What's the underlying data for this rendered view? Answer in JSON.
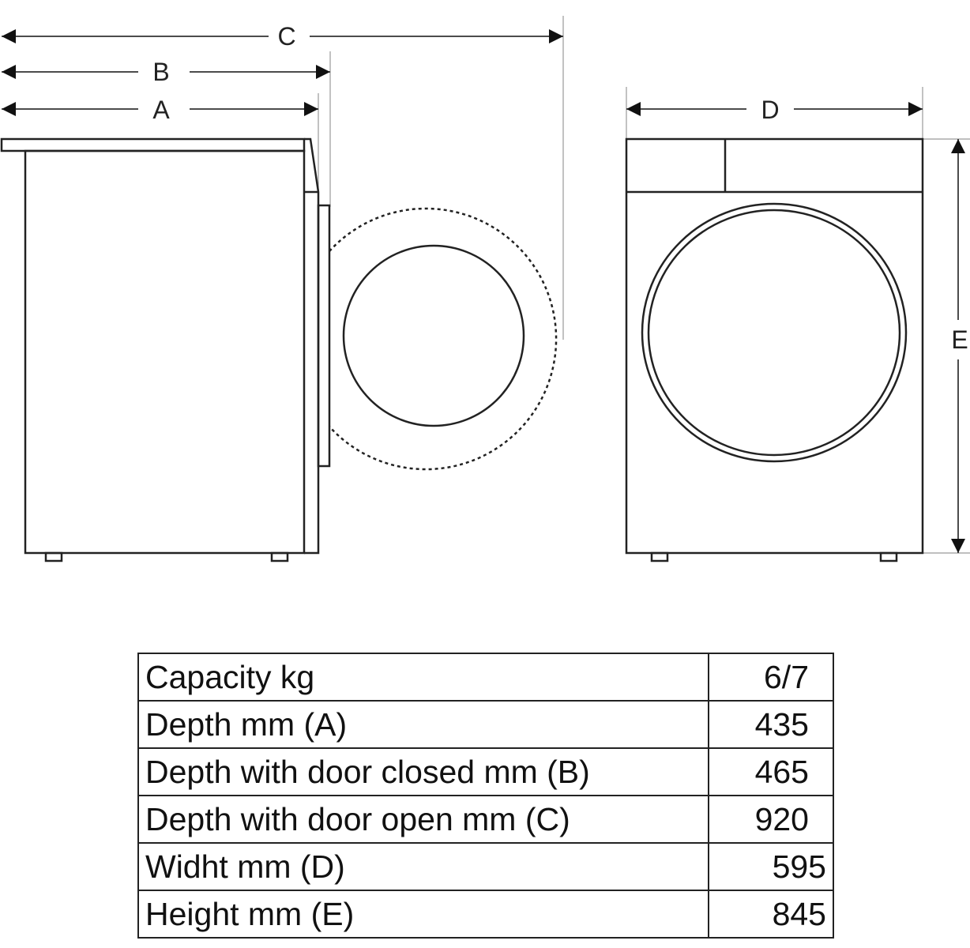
{
  "labels": {
    "a": "A",
    "b": "B",
    "c": "C",
    "d": "D",
    "e": "E"
  },
  "table": [
    {
      "label": "Capacity kg",
      "value": "6/7"
    },
    {
      "label": "Depth mm (A)",
      "value": "435"
    },
    {
      "label": "Depth with door closed mm (B)",
      "value": "465"
    },
    {
      "label": "Depth with door open mm (C)",
      "value": "920"
    },
    {
      "label": "Widht mm (D)",
      "value": "595"
    },
    {
      "label": "Height mm (E)",
      "value": "845"
    }
  ]
}
